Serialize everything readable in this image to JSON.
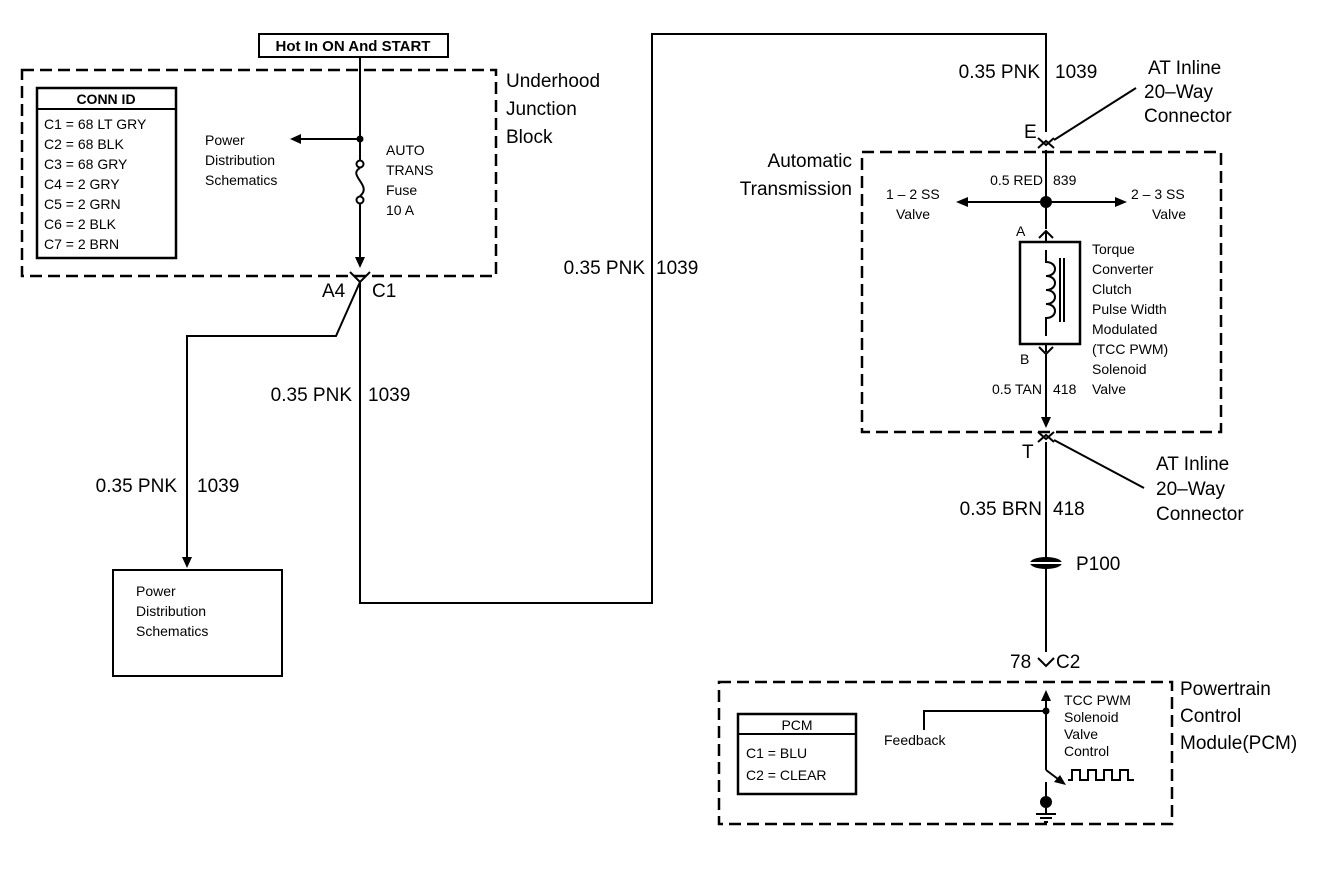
{
  "hot_in_label": "Hot In ON And START",
  "underhood": {
    "title_lines": [
      "Underhood",
      "Junction",
      "Block"
    ],
    "conn_id": {
      "header": "CONN ID",
      "rows": [
        "C1 = 68 LT GRY",
        "C2 = 68 BLK",
        "C3 = 68 GRY",
        "C4 = 2 GRY",
        "C5 = 2 GRN",
        "C6 = 2 BLK",
        "C7 = 2 BRN"
      ]
    },
    "power_dist_lines": [
      "Power",
      "Distribution",
      "Schematics"
    ],
    "fuse_lines": [
      "AUTO",
      "TRANS",
      "Fuse",
      "10 A"
    ],
    "pin": "A4",
    "connector": "C1"
  },
  "wires": {
    "pnk_a": {
      "gauge": "0.35 PNK",
      "circuit": "1039"
    },
    "pnk_b": {
      "gauge": "0.35 PNK",
      "circuit": "1039"
    },
    "pnk_c": {
      "gauge": "0.35 PNK",
      "circuit": "1039"
    },
    "pnk_d": {
      "gauge": "0.35 PNK",
      "circuit": "1039"
    },
    "red": {
      "gauge": "0.5 RED",
      "circuit": "839"
    },
    "tan": {
      "gauge": "0.5 TAN",
      "circuit": "418"
    },
    "brn": {
      "gauge": "0.35 BRN",
      "circuit": "418"
    }
  },
  "power_dist_box_lines": [
    "Power",
    "Distribution",
    "Schematics"
  ],
  "inline_top": {
    "lines": [
      "AT Inline",
      "20–Way",
      "Connector"
    ],
    "pin": "E"
  },
  "inline_bottom": {
    "lines": [
      "AT Inline",
      "20–Way",
      "Connector"
    ],
    "pin": "T"
  },
  "transmission": {
    "title_lines": [
      "Automatic",
      "Transmission"
    ],
    "ss12_lines": [
      "1 – 2 SS",
      "Valve"
    ],
    "ss23_lines": [
      "2 – 3 SS",
      "Valve"
    ],
    "pin_a": "A",
    "pin_b": "B",
    "tcc_lines": [
      "Torque",
      "Converter",
      "Clutch",
      "Pulse Width",
      "Modulated",
      "(TCC PWM)",
      "Solenoid",
      "Valve"
    ]
  },
  "splice": "P100",
  "pcm_connector": {
    "pin": "78",
    "connector": "C2"
  },
  "pcm": {
    "title_lines": [
      "Powertrain",
      "Control",
      "Module(PCM)"
    ],
    "id_header": "PCM",
    "id_rows": [
      "C1 = BLU",
      "C2 = CLEAR"
    ],
    "feedback": "Feedback",
    "control_lines": [
      "TCC PWM",
      "Solenoid",
      "Valve",
      "Control"
    ]
  }
}
